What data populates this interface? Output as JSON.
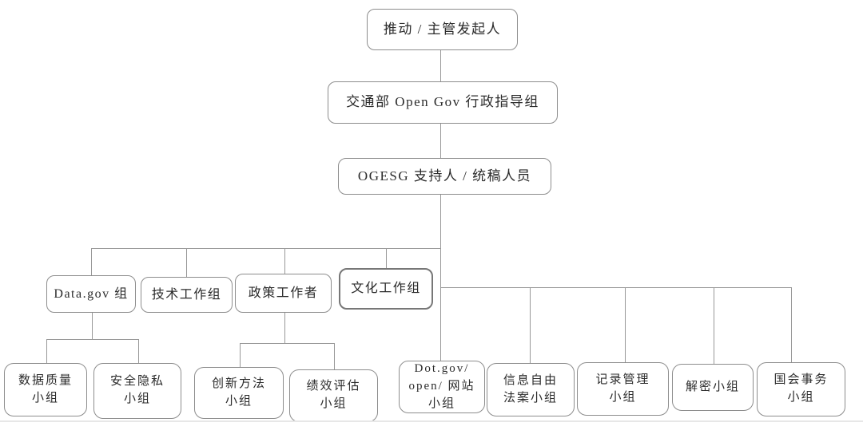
{
  "diagram": {
    "type": "org-chart",
    "language": "zh",
    "hierarchy": [
      {
        "parent": "推动 / 主管发起人",
        "children": [
          "交通部 Open Gov 行政指导组"
        ]
      },
      {
        "parent": "交通部 Open Gov 行政指导组",
        "children": [
          "OGESG 支持人 / 统稿人员"
        ]
      },
      {
        "parent": "OGESG 支持人 / 统稿人员",
        "children": [
          "Data.gov 组",
          "技术工作组",
          "政策工作者",
          "文化工作组",
          "Dot.gov/ open/ 网站小组",
          "信息自由法案小组",
          "记录管理小组",
          "解密小组",
          "国会事务小组"
        ]
      },
      {
        "parent": "Data.gov 组",
        "children": [
          "数据质量小组",
          "安全隐私小组"
        ]
      },
      {
        "parent": "政策工作者",
        "children": [
          "创新方法小组",
          "绩效评估小组"
        ]
      }
    ]
  },
  "nodes": {
    "sponsor": "推动 / 主管发起人",
    "steering": "交通部 Open Gov 行政指导组",
    "ogesg": "OGESG 支持人 / 统稿人员",
    "datagov": "Data.gov 组",
    "tech": "技术工作组",
    "policy": "政策工作者",
    "culture": "文化工作组",
    "data_quality": "数据质量\n小组",
    "security_privacy": "安全隐私\n小组",
    "innovation": "创新方法\n小组",
    "performance": "绩效评估\n小组",
    "dotgov_web": "Dot.gov/\nopen/ 网站\n小组",
    "foia": "信息自由\n法案小组",
    "records": "记录管理\n小组",
    "declassification": "解密小组",
    "congress": "国会事务\n小组"
  },
  "colors": {
    "background": "#ffffff",
    "box_border": "#8d8d8d",
    "connector_line": "#989898",
    "text": "#2b2b2b"
  }
}
